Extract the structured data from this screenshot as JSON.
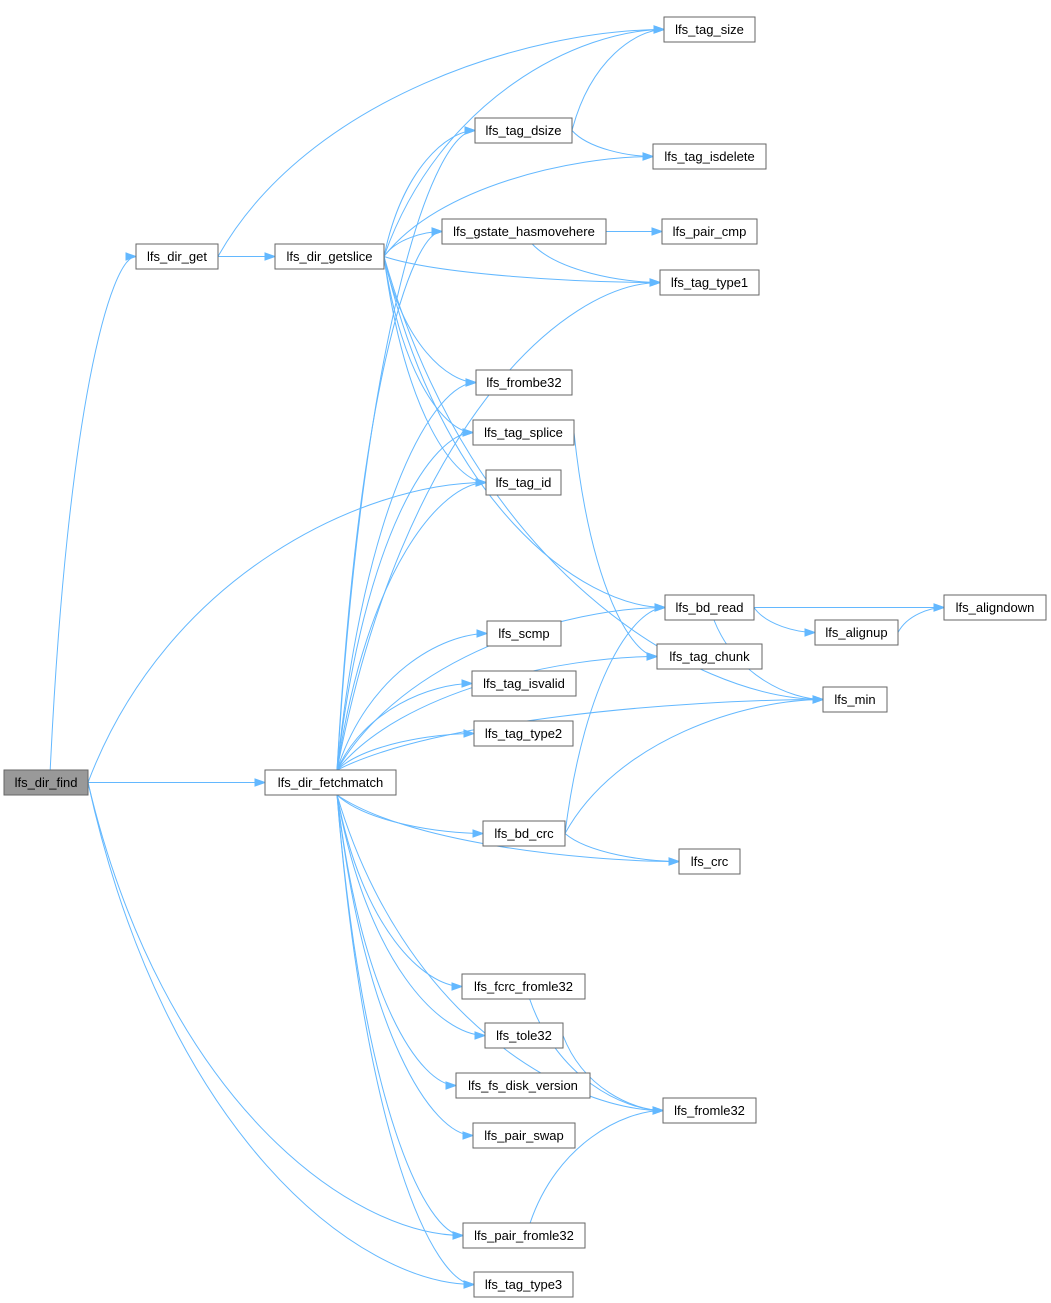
{
  "colors": {
    "edge": "#63b8ff",
    "node_border": "#666666",
    "root_fill": "#999999",
    "node_fill": "#ffffff"
  },
  "nodes": [
    {
      "id": "lfs_dir_find",
      "label": "lfs_dir_find",
      "root": true
    },
    {
      "id": "lfs_dir_get",
      "label": "lfs_dir_get"
    },
    {
      "id": "lfs_dir_getslice",
      "label": "lfs_dir_getslice"
    },
    {
      "id": "lfs_dir_fetchmatch",
      "label": "lfs_dir_fetchmatch"
    },
    {
      "id": "lfs_tag_size",
      "label": "lfs_tag_size"
    },
    {
      "id": "lfs_tag_dsize",
      "label": "lfs_tag_dsize"
    },
    {
      "id": "lfs_tag_isdelete",
      "label": "lfs_tag_isdelete"
    },
    {
      "id": "lfs_gstate_hasmovehere",
      "label": "lfs_gstate_hasmovehere"
    },
    {
      "id": "lfs_pair_cmp",
      "label": "lfs_pair_cmp"
    },
    {
      "id": "lfs_tag_type1",
      "label": "lfs_tag_type1"
    },
    {
      "id": "lfs_frombe32",
      "label": "lfs_frombe32"
    },
    {
      "id": "lfs_tag_splice",
      "label": "lfs_tag_splice"
    },
    {
      "id": "lfs_tag_id",
      "label": "lfs_tag_id"
    },
    {
      "id": "lfs_bd_read",
      "label": "lfs_bd_read"
    },
    {
      "id": "lfs_aligndown",
      "label": "lfs_aligndown"
    },
    {
      "id": "lfs_alignup",
      "label": "lfs_alignup"
    },
    {
      "id": "lfs_scmp",
      "label": "lfs_scmp"
    },
    {
      "id": "lfs_tag_chunk",
      "label": "lfs_tag_chunk"
    },
    {
      "id": "lfs_min",
      "label": "lfs_min"
    },
    {
      "id": "lfs_tag_isvalid",
      "label": "lfs_tag_isvalid"
    },
    {
      "id": "lfs_tag_type2",
      "label": "lfs_tag_type2"
    },
    {
      "id": "lfs_bd_crc",
      "label": "lfs_bd_crc"
    },
    {
      "id": "lfs_crc",
      "label": "lfs_crc"
    },
    {
      "id": "lfs_fcrc_fromle32",
      "label": "lfs_fcrc_fromle32"
    },
    {
      "id": "lfs_tole32",
      "label": "lfs_tole32"
    },
    {
      "id": "lfs_fs_disk_version",
      "label": "lfs_fs_disk_version"
    },
    {
      "id": "lfs_fromle32",
      "label": "lfs_fromle32"
    },
    {
      "id": "lfs_pair_swap",
      "label": "lfs_pair_swap"
    },
    {
      "id": "lfs_pair_fromle32",
      "label": "lfs_pair_fromle32"
    },
    {
      "id": "lfs_tag_type3",
      "label": "lfs_tag_type3"
    }
  ],
  "edges": [
    [
      "lfs_dir_find",
      "lfs_dir_get"
    ],
    [
      "lfs_dir_find",
      "lfs_dir_fetchmatch"
    ],
    [
      "lfs_dir_find",
      "lfs_tag_id"
    ],
    [
      "lfs_dir_find",
      "lfs_pair_fromle32"
    ],
    [
      "lfs_dir_find",
      "lfs_tag_type3"
    ],
    [
      "lfs_dir_get",
      "lfs_dir_getslice"
    ],
    [
      "lfs_dir_get",
      "lfs_tag_size"
    ],
    [
      "lfs_dir_getslice",
      "lfs_tag_size"
    ],
    [
      "lfs_dir_getslice",
      "lfs_min"
    ],
    [
      "lfs_dir_getslice",
      "lfs_tag_dsize"
    ],
    [
      "lfs_dir_getslice",
      "lfs_tag_isdelete"
    ],
    [
      "lfs_dir_getslice",
      "lfs_gstate_hasmovehere"
    ],
    [
      "lfs_dir_getslice",
      "lfs_tag_type1"
    ],
    [
      "lfs_dir_getslice",
      "lfs_bd_read"
    ],
    [
      "lfs_dir_getslice",
      "lfs_frombe32"
    ],
    [
      "lfs_dir_getslice",
      "lfs_tag_splice"
    ],
    [
      "lfs_dir_getslice",
      "lfs_tag_id"
    ],
    [
      "lfs_tag_dsize",
      "lfs_tag_size"
    ],
    [
      "lfs_tag_dsize",
      "lfs_tag_isdelete"
    ],
    [
      "lfs_gstate_hasmovehere",
      "lfs_pair_cmp"
    ],
    [
      "lfs_gstate_hasmovehere",
      "lfs_tag_type1"
    ],
    [
      "lfs_tag_splice",
      "lfs_tag_chunk"
    ],
    [
      "lfs_bd_read",
      "lfs_aligndown"
    ],
    [
      "lfs_bd_read",
      "lfs_alignup"
    ],
    [
      "lfs_bd_read",
      "lfs_min"
    ],
    [
      "lfs_alignup",
      "lfs_aligndown"
    ],
    [
      "lfs_dir_fetchmatch",
      "lfs_tag_dsize"
    ],
    [
      "lfs_dir_fetchmatch",
      "lfs_gstate_hasmovehere"
    ],
    [
      "lfs_dir_fetchmatch",
      "lfs_tag_type1"
    ],
    [
      "lfs_dir_fetchmatch",
      "lfs_frombe32"
    ],
    [
      "lfs_dir_fetchmatch",
      "lfs_tag_splice"
    ],
    [
      "lfs_dir_fetchmatch",
      "lfs_tag_id"
    ],
    [
      "lfs_dir_fetchmatch",
      "lfs_bd_read"
    ],
    [
      "lfs_dir_fetchmatch",
      "lfs_scmp"
    ],
    [
      "lfs_dir_fetchmatch",
      "lfs_tag_isvalid"
    ],
    [
      "lfs_dir_fetchmatch",
      "lfs_tag_type2"
    ],
    [
      "lfs_dir_fetchmatch",
      "lfs_tag_chunk"
    ],
    [
      "lfs_dir_fetchmatch",
      "lfs_bd_crc"
    ],
    [
      "lfs_dir_fetchmatch",
      "lfs_crc"
    ],
    [
      "lfs_dir_fetchmatch",
      "lfs_min"
    ],
    [
      "lfs_dir_fetchmatch",
      "lfs_fcrc_fromle32"
    ],
    [
      "lfs_dir_fetchmatch",
      "lfs_tole32"
    ],
    [
      "lfs_dir_fetchmatch",
      "lfs_fs_disk_version"
    ],
    [
      "lfs_dir_fetchmatch",
      "lfs_pair_swap"
    ],
    [
      "lfs_dir_fetchmatch",
      "lfs_fromle32"
    ],
    [
      "lfs_dir_fetchmatch",
      "lfs_pair_fromle32"
    ],
    [
      "lfs_dir_fetchmatch",
      "lfs_tag_type3"
    ],
    [
      "lfs_bd_crc",
      "lfs_bd_read"
    ],
    [
      "lfs_bd_crc",
      "lfs_min"
    ],
    [
      "lfs_bd_crc",
      "lfs_crc"
    ],
    [
      "lfs_fcrc_fromle32",
      "lfs_fromle32"
    ],
    [
      "lfs_tole32",
      "lfs_fromle32"
    ],
    [
      "lfs_pair_fromle32",
      "lfs_fromle32"
    ]
  ]
}
